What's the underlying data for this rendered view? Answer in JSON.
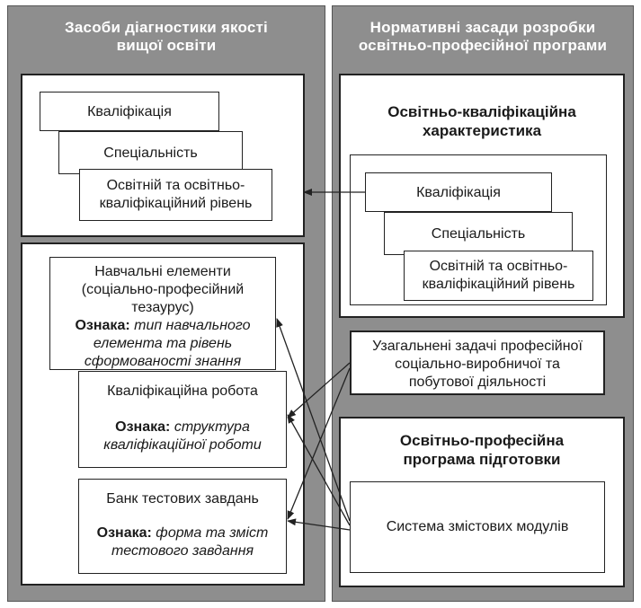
{
  "left_column": {
    "title_line1": "Засоби діагностики якості",
    "title_line2": "вищої освіти",
    "stack": [
      "Кваліфікація",
      "Спеціальність",
      "Освітній та освітньо-",
      "кваліфікаційний рівень"
    ],
    "elements": {
      "line1": "Навчальні елементи",
      "line2": "(соціально-професійний",
      "line3": "тезаурус)",
      "sign_label": "Ознака",
      "sign_line1": "тип навчального",
      "sign_line2": "елемента та рівень",
      "sign_line3": "сформованості знання"
    },
    "qualification_work": {
      "title": "Кваліфікаційна робота",
      "sign_label": "Ознака",
      "sign_line1": "структура",
      "sign_line2": "кваліфікаційної роботи"
    },
    "test_bank": {
      "title": "Банк тестових завдань",
      "sign_label": "Ознака",
      "sign_line1": "форма та зміст",
      "sign_line2": "тестового завдання"
    }
  },
  "right_column": {
    "title_line1": "Нормативні засади розробки",
    "title_line2": "освітньо-професійної програми",
    "okh_line1": "Освітньо-кваліфікаційна",
    "okh_line2": "характеристика",
    "stack": [
      "Кваліфікація",
      "Спеціальність",
      "Освітній та освітньо-",
      "кваліфікаційний рівень"
    ],
    "tasks": [
      "Узагальнені задачі професійної",
      "соціально-виробничої та",
      "побутової діяльності"
    ],
    "opp_line1": "Освітньо-професійна",
    "opp_line2": "програма підготовки",
    "modules": "Система змістових модулів"
  },
  "colors": {
    "column_bg": "#8e8e8e",
    "panel_bg": "#ffffff",
    "line": "#222222"
  }
}
